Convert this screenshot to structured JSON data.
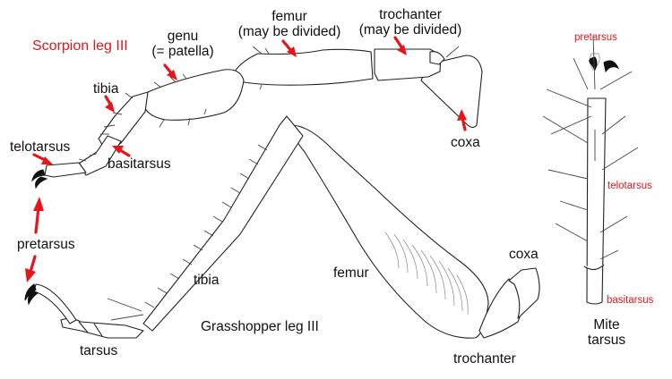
{
  "scorpion": {
    "title": "Scorpion leg III",
    "labels": {
      "genu_line1": "genu",
      "genu_line2": "(= patella)",
      "femur_line1": "femur",
      "femur_line2": "(may be divided)",
      "trochanter_line1": "trochanter",
      "trochanter_line2": "(may be divided)",
      "tibia": "tibia",
      "telotarsus": "telotarsus",
      "basitarsus": "basitarsus",
      "coxa": "coxa"
    }
  },
  "shared": {
    "pretarsus": "pretarsus"
  },
  "grasshopper": {
    "title": "Grasshopper leg III",
    "labels": {
      "tibia": "tibia",
      "tarsus": "tarsus",
      "femur": "femur",
      "coxa": "coxa",
      "trochanter": "trochanter"
    }
  },
  "mite": {
    "title_line1": "Mite",
    "title_line2": "tarsus",
    "labels": {
      "pretarsus": "pretarsus",
      "telotarsus": "telotarsus",
      "basitarsus": "basitarsus"
    }
  },
  "colors": {
    "label_red": "#e4161b",
    "arrow_red": "#e8141a",
    "outline": "#222222"
  }
}
